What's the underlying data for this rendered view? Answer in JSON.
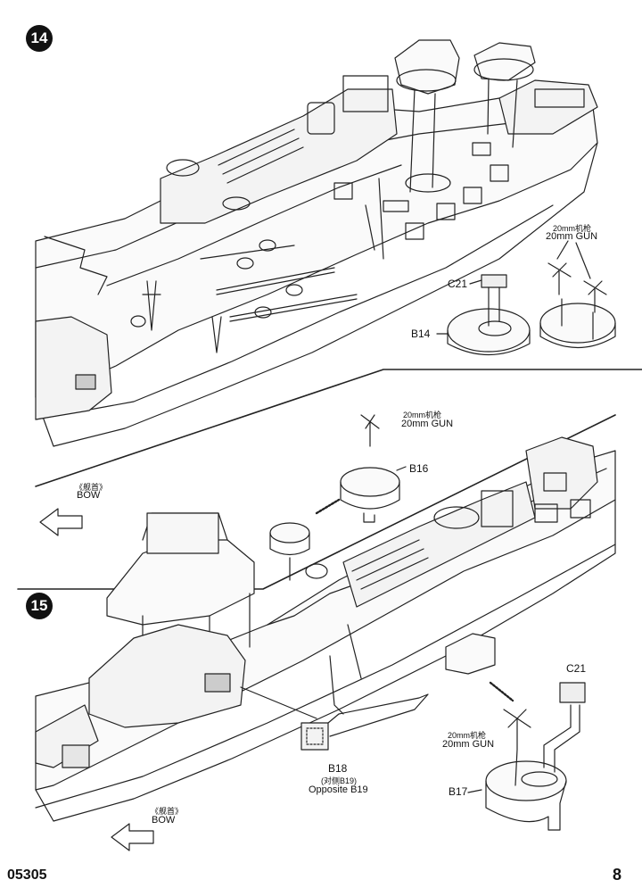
{
  "steps": [
    {
      "number": "14",
      "gun_label_cn": "20mm机枪",
      "gun_label_en": "20mm GUN",
      "parts": [
        "C21",
        "B14"
      ],
      "bow_label_cn": "《舰首》",
      "bow_label_en": "BOW"
    },
    {
      "number": "15",
      "gun_label_cn": "20mm机枪",
      "gun_label_en": "20mm GUN",
      "parts": [
        "B16",
        "C21",
        "B17",
        "B18"
      ],
      "b18_note_cn": "(对侧B19)",
      "b18_note_en": "Opposite B19",
      "bow_label_cn": "《舰首》",
      "bow_label_en": "BOW"
    }
  ],
  "footer": {
    "code": "05305",
    "page": "8"
  }
}
